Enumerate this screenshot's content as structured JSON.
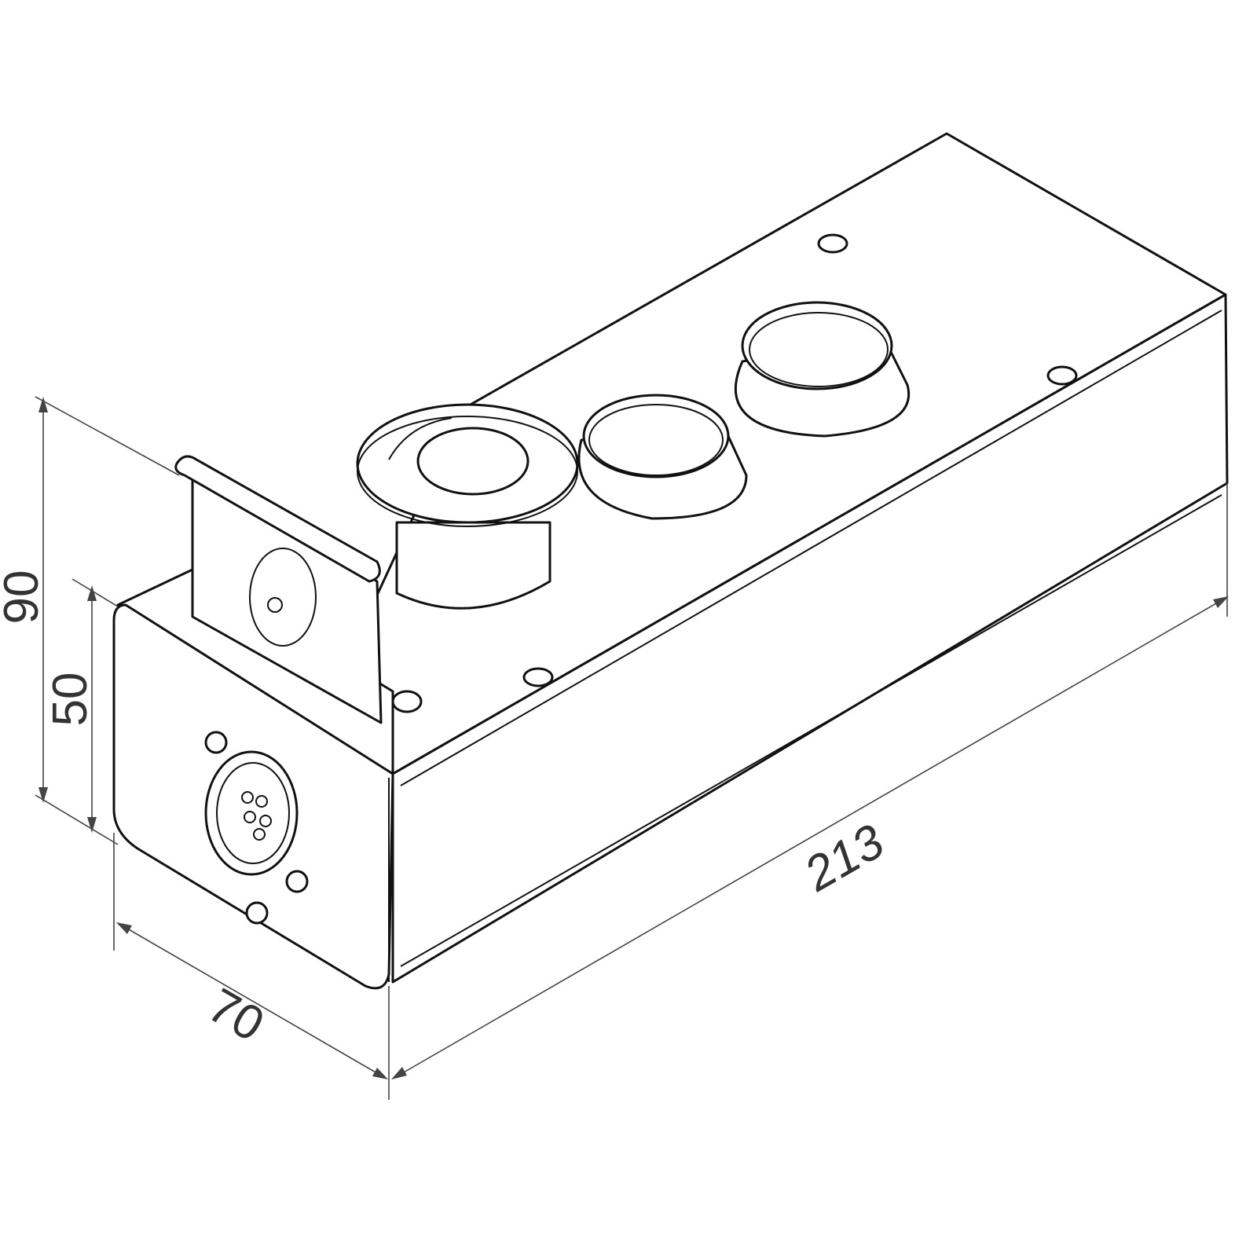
{
  "drawing": {
    "dimensions": {
      "height_total": "90",
      "height_front": "50",
      "depth": "70",
      "length": "213"
    },
    "colors": {
      "line": "#111111",
      "dimension": "#444444",
      "background": "#ffffff"
    }
  }
}
